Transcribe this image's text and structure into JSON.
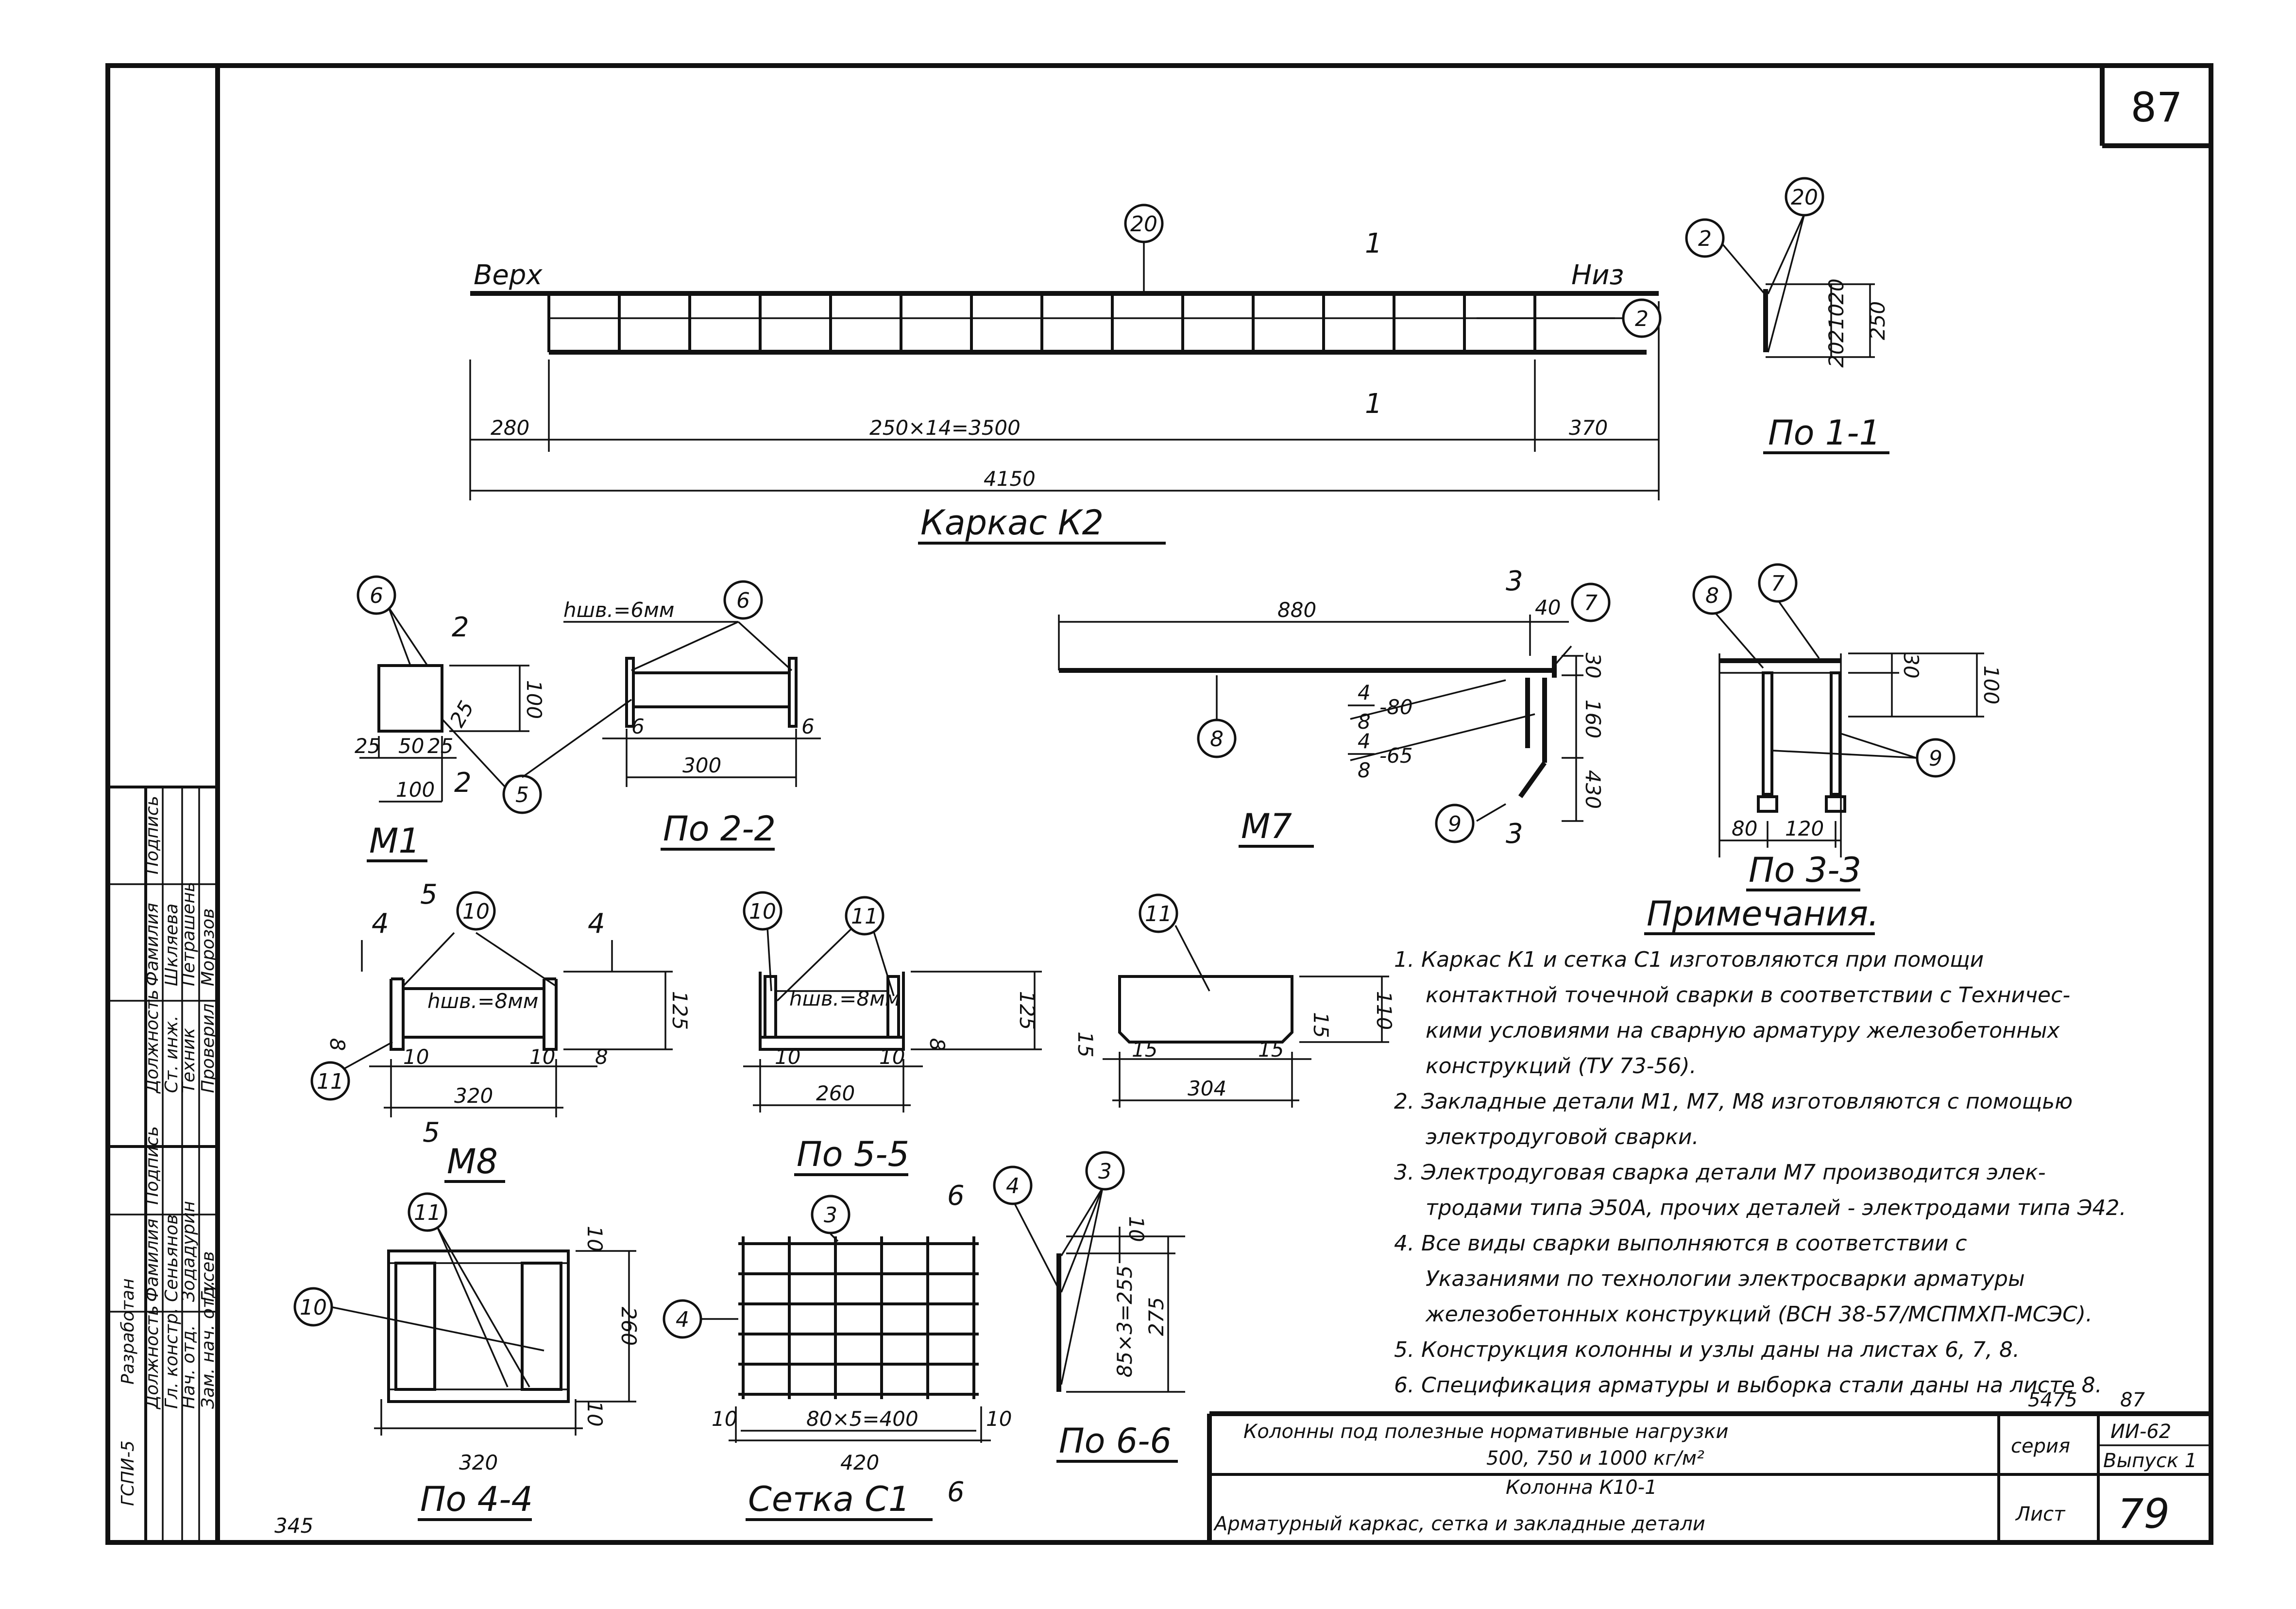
{
  "corner_sheet_number": "87",
  "carcass_k2": {
    "title": "Каркас К2",
    "top_label": "Верх",
    "bottom_label": "Низ",
    "section_mark": "1",
    "dim_left": "280",
    "dim_middle": "250×14=3500",
    "dim_right": "370",
    "dim_total": "4150",
    "positions": [
      "20",
      "2"
    ]
  },
  "section_1_1": {
    "title": "По 1-1",
    "dims": [
      "20",
      "210",
      "20",
      "250"
    ],
    "positions": [
      "2",
      "20"
    ]
  },
  "detail_m1": {
    "title": "М1",
    "section_mark": "2",
    "dims": [
      "100",
      "25",
      "25",
      "50",
      "25",
      "100"
    ],
    "positions": [
      "6",
      "5"
    ]
  },
  "section_2_2": {
    "title": "По 2-2",
    "weld_note": "hшв.=6мм",
    "dims": [
      "6",
      "300",
      "6"
    ],
    "positions": [
      "6"
    ]
  },
  "detail_m7": {
    "title": "М7",
    "section_mark": "3",
    "dims": [
      "880",
      "40",
      "30",
      "160",
      "430"
    ],
    "weld_1": {
      "num": "4",
      "den": "8",
      "val": "-80"
    },
    "weld_2": {
      "num": "4",
      "den": "8",
      "val": "-65"
    },
    "positions": [
      "7",
      "8",
      "9"
    ]
  },
  "section_3_3": {
    "title": "По 3-3",
    "dims": [
      "30",
      "100",
      "80",
      "120"
    ],
    "positions": [
      "8",
      "7",
      "9"
    ]
  },
  "detail_m8": {
    "title": "М8",
    "section_marks": [
      "4",
      "5"
    ],
    "weld_note": "hшв.=8мм",
    "dims": [
      "125",
      "8",
      "10",
      "10",
      "8",
      "320"
    ],
    "positions": [
      "10",
      "11"
    ]
  },
  "section_5_5": {
    "title": "По 5-5",
    "weld_note": "hшв.=8мм",
    "dims": [
      "125",
      "8",
      "10",
      "10",
      "260"
    ],
    "positions": [
      "10",
      "11"
    ]
  },
  "detail_11": {
    "dims": [
      "110",
      "15",
      "15",
      "15",
      "15",
      "304"
    ],
    "positions": [
      "11"
    ]
  },
  "section_4_4": {
    "title": "По 4-4",
    "dims": [
      "10",
      "260",
      "10",
      "320"
    ],
    "positions": [
      "11",
      "10"
    ]
  },
  "mesh_c1": {
    "title": "Сетка С1",
    "section_mark": "6",
    "dims": [
      "10",
      "80×5=400",
      "10",
      "420"
    ],
    "positions": [
      "3",
      "4"
    ]
  },
  "section_6_6": {
    "title": "По 6-6",
    "dims": [
      "10",
      "85×3=255",
      "275"
    ],
    "positions": [
      "4",
      "3"
    ]
  },
  "notes": {
    "title": "Примечания.",
    "items": [
      "1. Каркас К1 и сетка С1 изготовляются при помощи",
      "контактной точечной сварки в соответствии с Техничес-",
      "кими условиями на сварную арматуру железобетонных",
      "конструкций (ТУ 73-56).",
      "2. Закладные детали М1, М7, М8 изготовляются с помощью",
      "электродуговой сварки.",
      "3. Электродуговая сварка детали М7 производится элек-",
      "тродами типа Э50А, прочих деталей - электродами типа Э42.",
      "4. Все виды сварки выполняются в соответствии с",
      "Указаниями по технологии электросварки арматуры",
      "железобетонных конструкций (ВСН 38-57/МСПМХП-МСЭС).",
      "5. Конструкция колонны и узлы даны на листах 6, 7, 8.",
      "6. Спецификация арматуры и выборка стали даны на листе 8."
    ]
  },
  "stamp": {
    "code_line": "5475",
    "code_line_2": "87",
    "line_1": "Колонны под полезные нормативные нагрузки",
    "line_2": "500, 750 и 1000 кг/м²",
    "line_3": "Колонна К10-1",
    "line_4": "Арматурный каркас, сетка и закладные детали",
    "series_label": "серия",
    "series_value": "ИИ-62",
    "issue_value": "Выпуск 1",
    "sheet_label": "Лист",
    "sheet_value": "79"
  },
  "side_block": {
    "org": "ГСПИ-5",
    "developed": "Разработан",
    "col_post": "Должность",
    "col_name": "Фамилия",
    "col_sign": "Подпись",
    "rows_left": [
      [
        "Гл. констр.",
        "Сеньянов"
      ],
      [
        "Нач. отд.",
        "Зодадурин"
      ],
      [
        "Зам. нач. отд.",
        "Гусев"
      ]
    ],
    "rows_right": [
      [
        "Ст. инж.",
        "Шкляева"
      ],
      [
        "Техник",
        "Петрашень"
      ],
      [
        "Проверил",
        "Морозов"
      ]
    ]
  },
  "misc_mark": "345"
}
